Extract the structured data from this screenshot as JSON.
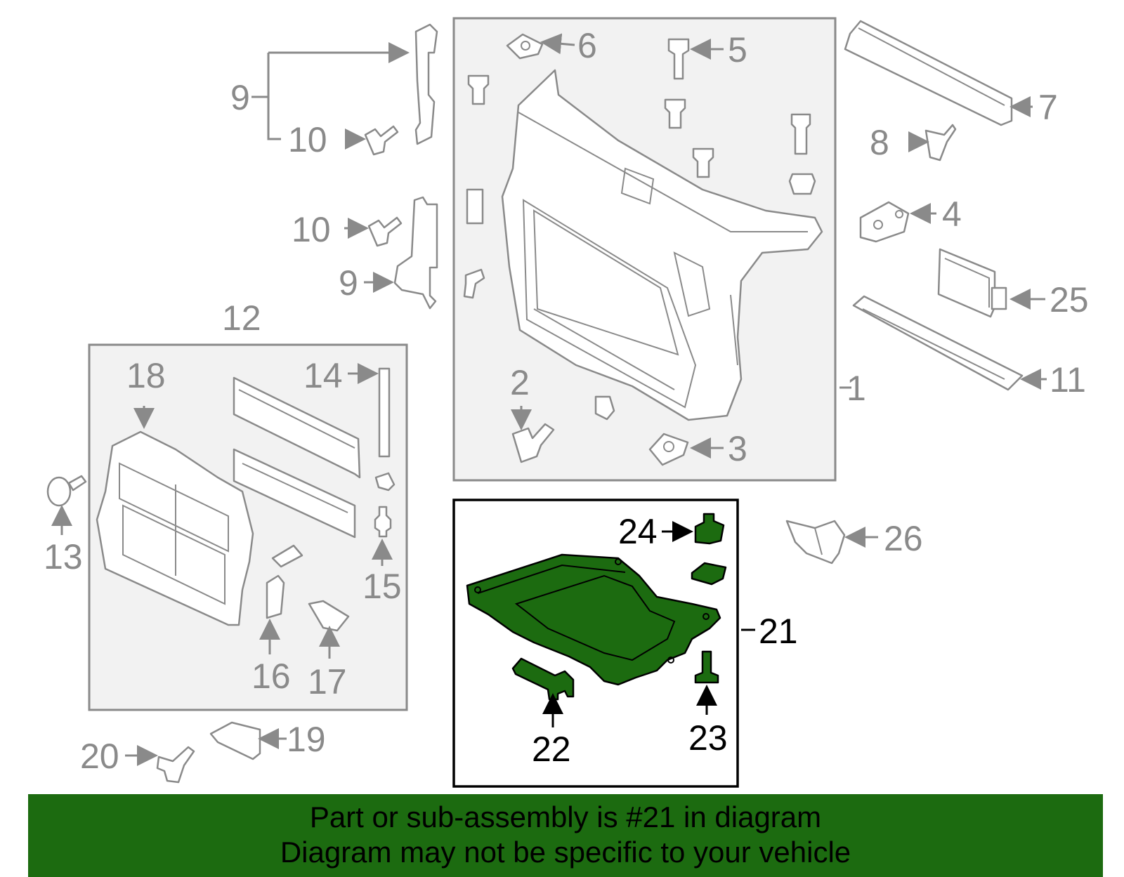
{
  "callouts": {
    "c1": "1",
    "c2": "2",
    "c3": "3",
    "c4": "4",
    "c5": "5",
    "c6": "6",
    "c7": "7",
    "c8": "8",
    "c9a": "9",
    "c9b": "9",
    "c10a": "10",
    "c10b": "10",
    "c11": "11",
    "c12": "12",
    "c13": "13",
    "c14": "14",
    "c15": "15",
    "c16": "16",
    "c17": "17",
    "c18": "18",
    "c19": "19",
    "c20": "20",
    "c21": "21",
    "c22": "22",
    "c23": "23",
    "c24": "24",
    "c25": "25",
    "c26": "26"
  },
  "banner": {
    "line1": "Part or sub-assembly is #21 in diagram",
    "line2": "Diagram may not be specific to your vehicle"
  },
  "colors": {
    "highlight": "#1c6b10",
    "line_gray": "#8a8a8a"
  }
}
